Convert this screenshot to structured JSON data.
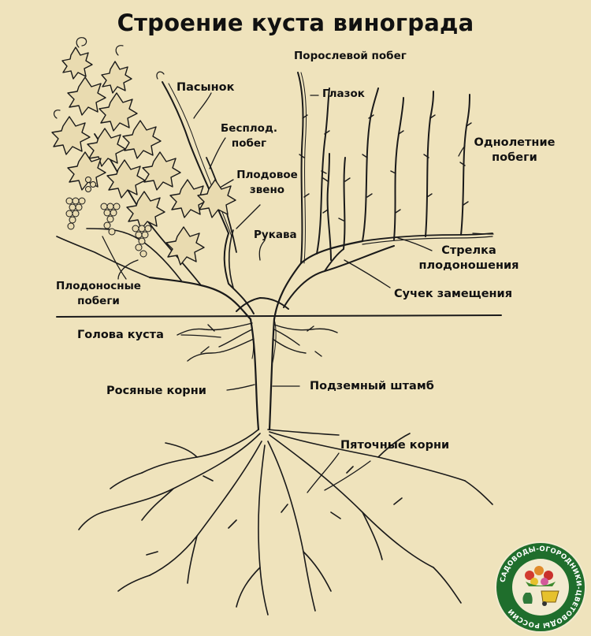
{
  "title": "Строение куста винограда",
  "labels": {
    "annual_shoot_growth": "Порослевой побег",
    "bud": "Глазок",
    "stepson": "Пасынок",
    "barren_line1": "Бесплод.",
    "barren_line2": "побег",
    "annual_line1": "Однолетние",
    "annual_line2": "побеги",
    "fruit_link_line1": "Плодовое",
    "fruit_link_line2": "звено",
    "sleeve": "Рукава",
    "fruit_arrow_line1": "Стрелка",
    "fruit_arrow_line2": "плодоношения",
    "replacement_knot": "Сучек замещения",
    "fruiting_line1": "Плодоносные",
    "fruiting_line2": "побеги",
    "bush_head": "Голова куста",
    "dew_roots": "Росяные корни",
    "underground_stem": "Подземный штамб",
    "heel_roots": "Пяточные корни"
  },
  "badge": {
    "ring_text": "САДОВОДЫ-ОГОРОДНИКИ-ЦВЕТОВОДЫ РОССИИ"
  },
  "colors": {
    "background": "#efe3bc",
    "ink": "#1a1a1a",
    "badge_ring": "#1f6e2c",
    "badge_inner": "#f2ead0"
  }
}
